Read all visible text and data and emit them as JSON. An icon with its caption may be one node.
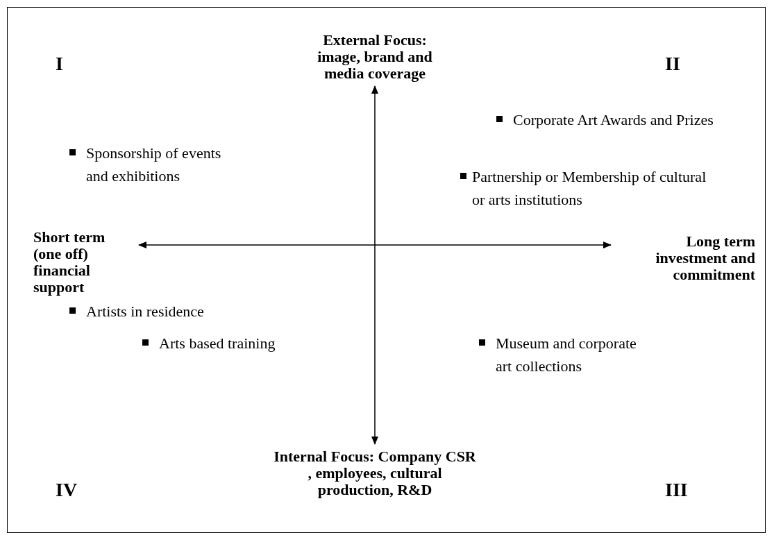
{
  "diagram": {
    "nodes": [
      {
        "text": [
          "External Focus: image, brand and media coverage"
        ]
      },
      {
        "text": [
          "Internal Focus: Company CSR , employees, cultural production, R&D"
        ]
      },
      {
        "text": [
          "Short term (one off) financial support"
        ]
      },
      {
        "text": [
          "Long term investment and commitment"
        ]
      }
    ],
    "edges": [
      {
        "from": 0,
        "to": 1,
        "arrow": "both"
      },
      {
        "from": 2,
        "to": 3,
        "arrow": "both"
      }
    ],
    "labels": [
      "I",
      "II",
      "Sponsorship of events and exhibitions",
      "Corporate Art Awards and Prizes",
      "Partnership or Membership of cultural or arts institutions",
      "Artists in residence",
      "Arts based training",
      "Museum and corporate art collections",
      "IV",
      "III"
    ]
  }
}
